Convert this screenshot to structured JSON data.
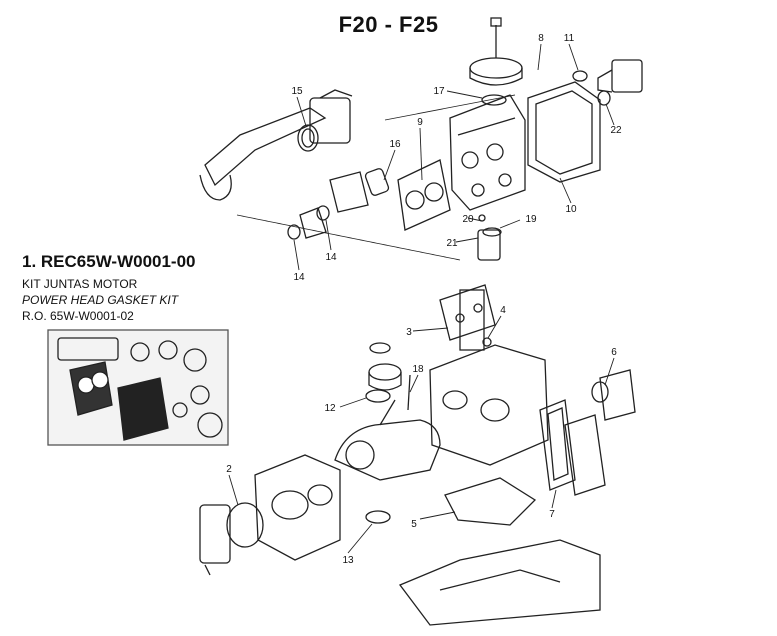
{
  "title": "F20 - F25",
  "kit": {
    "code": "1. REC65W-W0001-00",
    "name_es": "KIT JUNTAS MOTOR",
    "name_en": "POWER HEAD GASKET KIT",
    "ref": "R.O. 65W-W0001-02"
  },
  "callouts": [
    "15",
    "17",
    "8",
    "11",
    "22",
    "9",
    "16",
    "10",
    "20",
    "19",
    "21",
    "14",
    "14",
    "3",
    "4",
    "6",
    "18",
    "12",
    "2",
    "7",
    "5",
    "13"
  ]
}
